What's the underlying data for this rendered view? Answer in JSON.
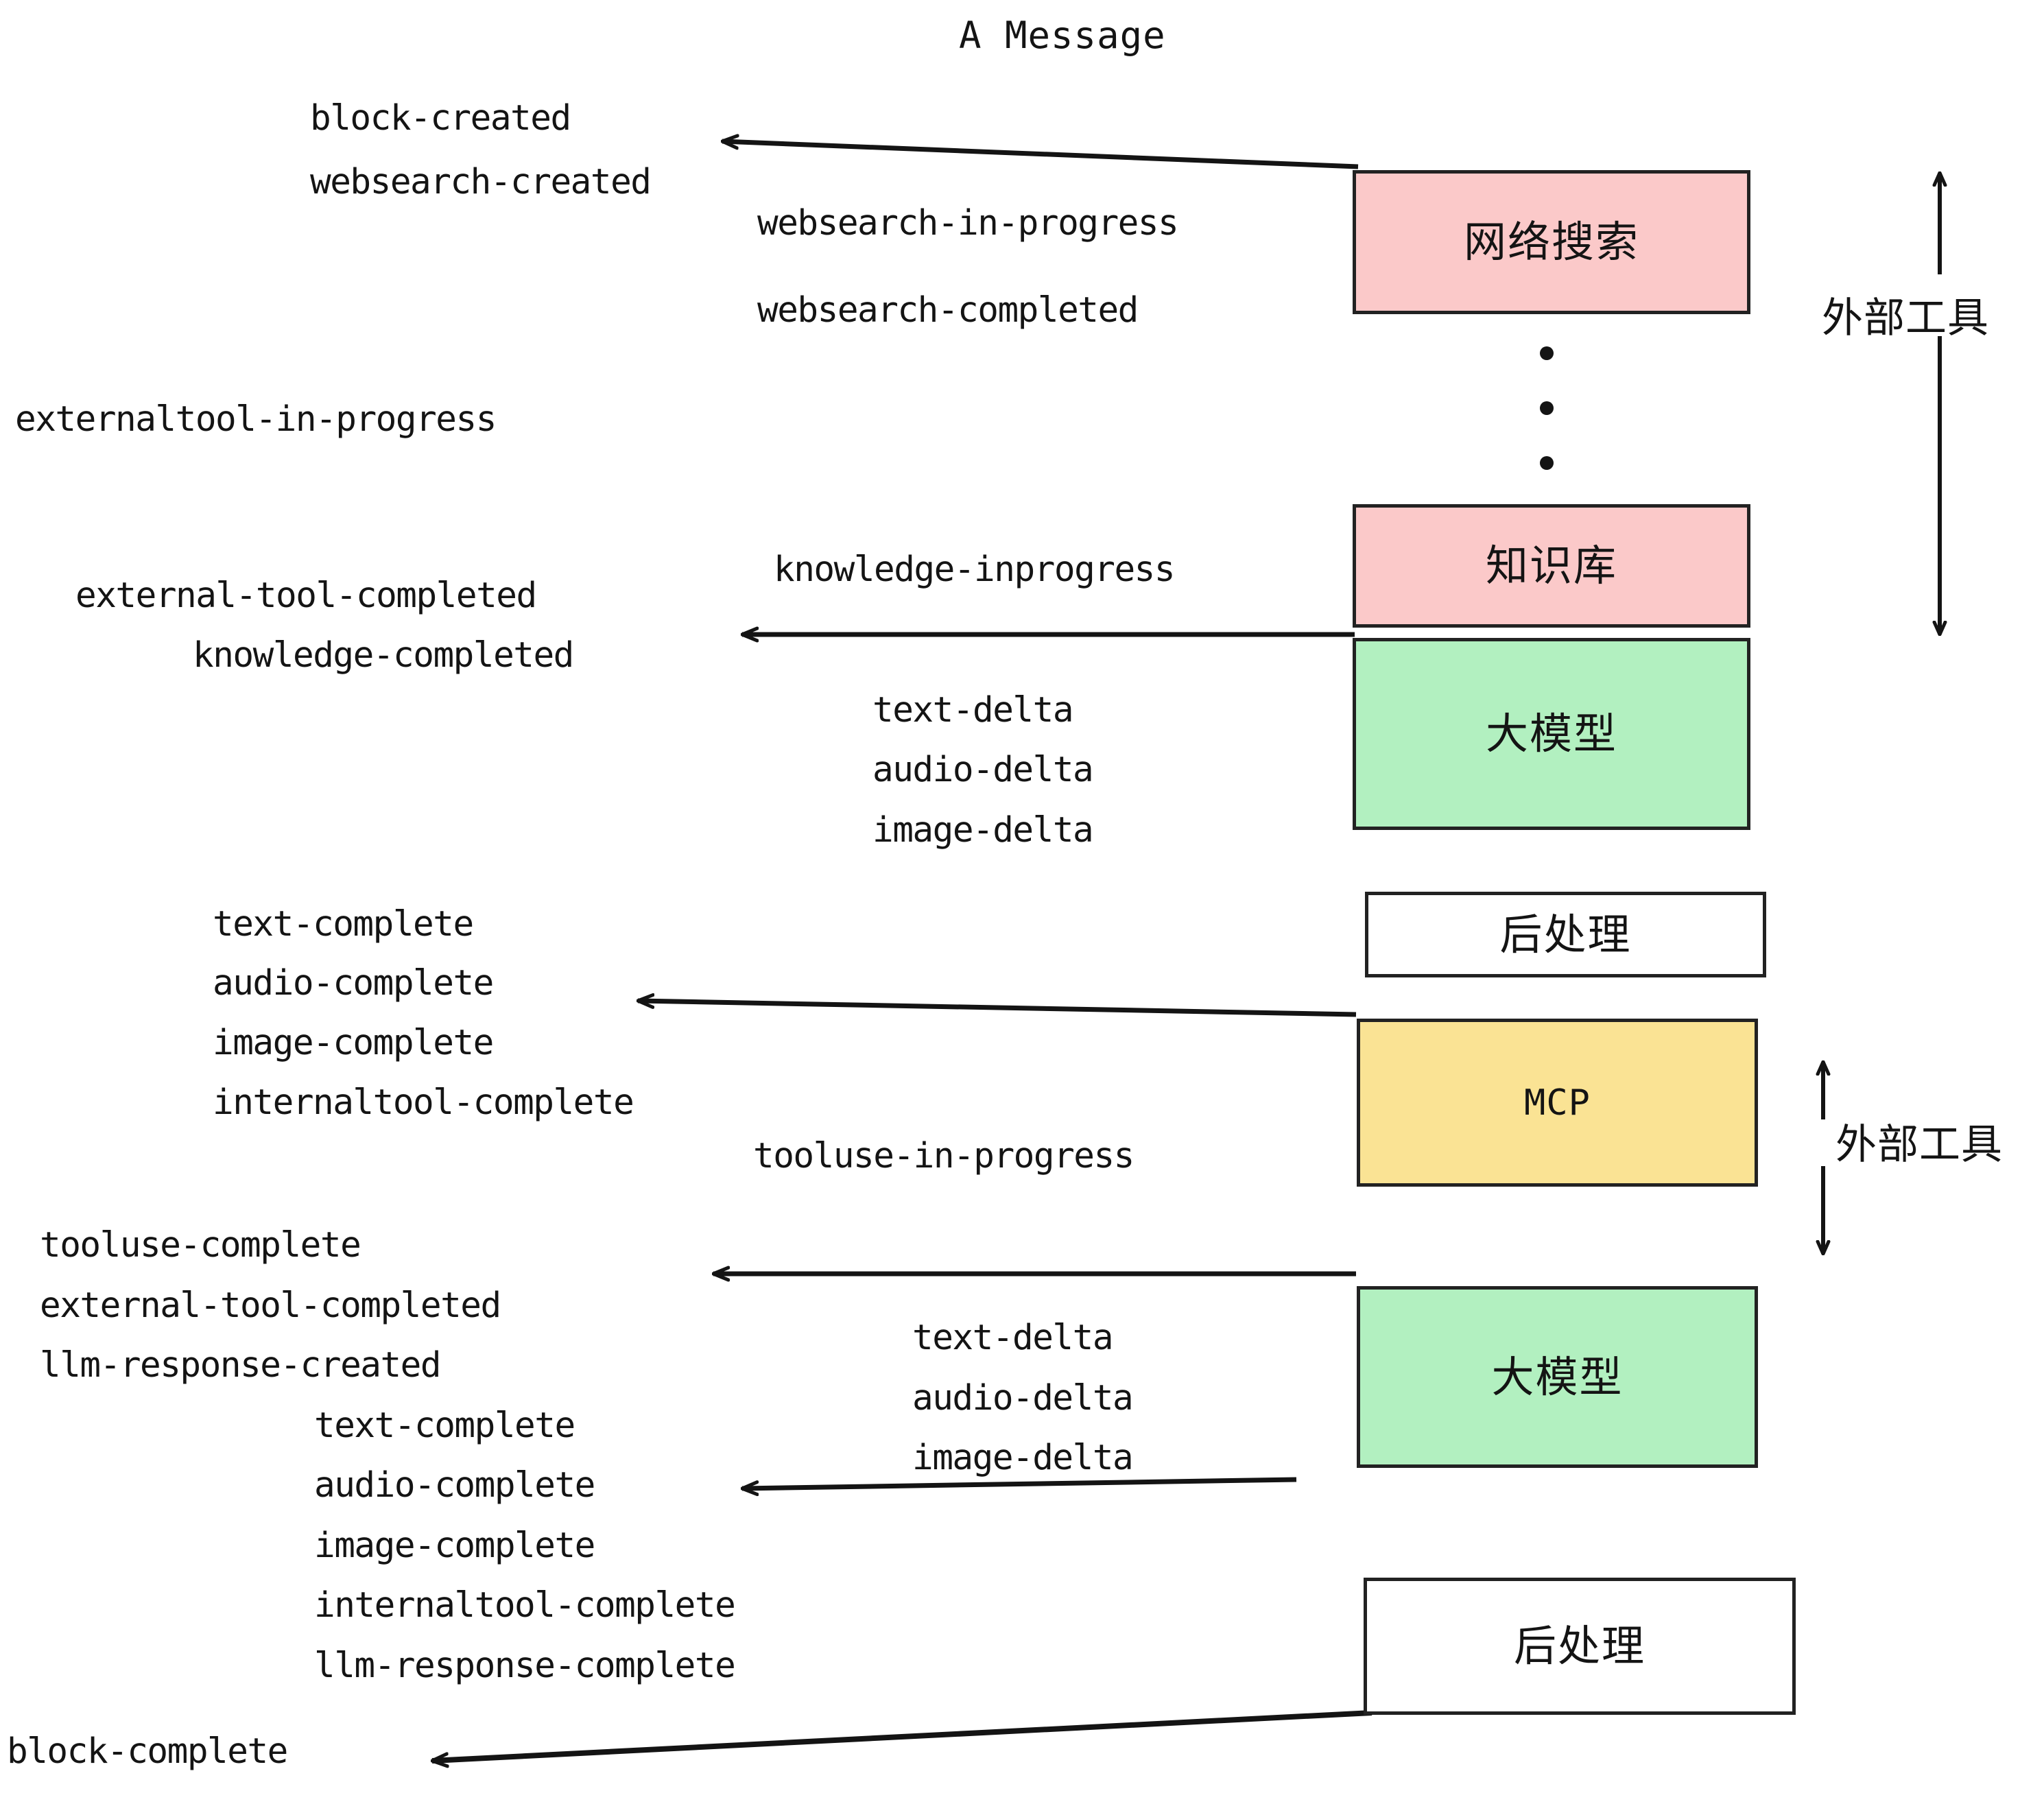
{
  "title": "A Message",
  "colors": {
    "pink": "#fbc9c9",
    "green": "#b2f0c0",
    "yellow": "#fae394",
    "white": "#ffffff",
    "stroke": "#222222",
    "text": "#141414"
  },
  "nodes": [
    {
      "id": "websearch",
      "label": "网络搜索",
      "fill": "#fbc9c9"
    },
    {
      "id": "knowledge",
      "label": "知识库",
      "fill": "#fbc9c9"
    },
    {
      "id": "llm-1",
      "label": "大模型",
      "fill": "#b2f0c0"
    },
    {
      "id": "postprocess-1",
      "label": "后处理",
      "fill": "#ffffff"
    },
    {
      "id": "mcp",
      "label": "MCP",
      "fill": "#fae394"
    },
    {
      "id": "llm-2",
      "label": "大模型",
      "fill": "#b2f0c0"
    },
    {
      "id": "postprocess-2",
      "label": "后处理",
      "fill": "#ffffff"
    }
  ],
  "group_labels": [
    {
      "id": "external-tools-top",
      "label": "外部工具"
    },
    {
      "id": "external-tools-bottom",
      "label": "外部工具"
    }
  ],
  "events": {
    "block_created": "block-created",
    "websearch_created": "websearch-created",
    "websearch_in_progress": "websearch-in-progress",
    "websearch_completed": "websearch-completed",
    "externaltool_in_progress": "externaltool-in-progress",
    "knowledge_inprogress": "knowledge-inprogress",
    "external_tool_completed_1": "external-tool-completed",
    "knowledge_completed": "knowledge-completed",
    "text_delta_1": "text-delta",
    "audio_delta_1": "audio-delta",
    "image_delta_1": "image-delta",
    "text_complete_1": "text-complete",
    "audio_complete_1": "audio-complete",
    "image_complete_1": "image-complete",
    "internaltool_complete_1": "internaltool-complete",
    "tooluse_in_progress": "tooluse-in-progress",
    "tooluse_complete": "tooluse-complete",
    "external_tool_completed_2": "external-tool-completed",
    "llm_response_created": "llm-response-created",
    "text_delta_2": "text-delta",
    "audio_delta_2": "audio-delta",
    "image_delta_2": "image-delta",
    "text_complete_2": "text-complete",
    "audio_complete_2": "audio-complete",
    "image_complete_2": "image-complete",
    "internaltool_complete_2": "internaltool-complete",
    "llm_response_complete": "llm-response-complete",
    "block_complete": "block-complete"
  }
}
